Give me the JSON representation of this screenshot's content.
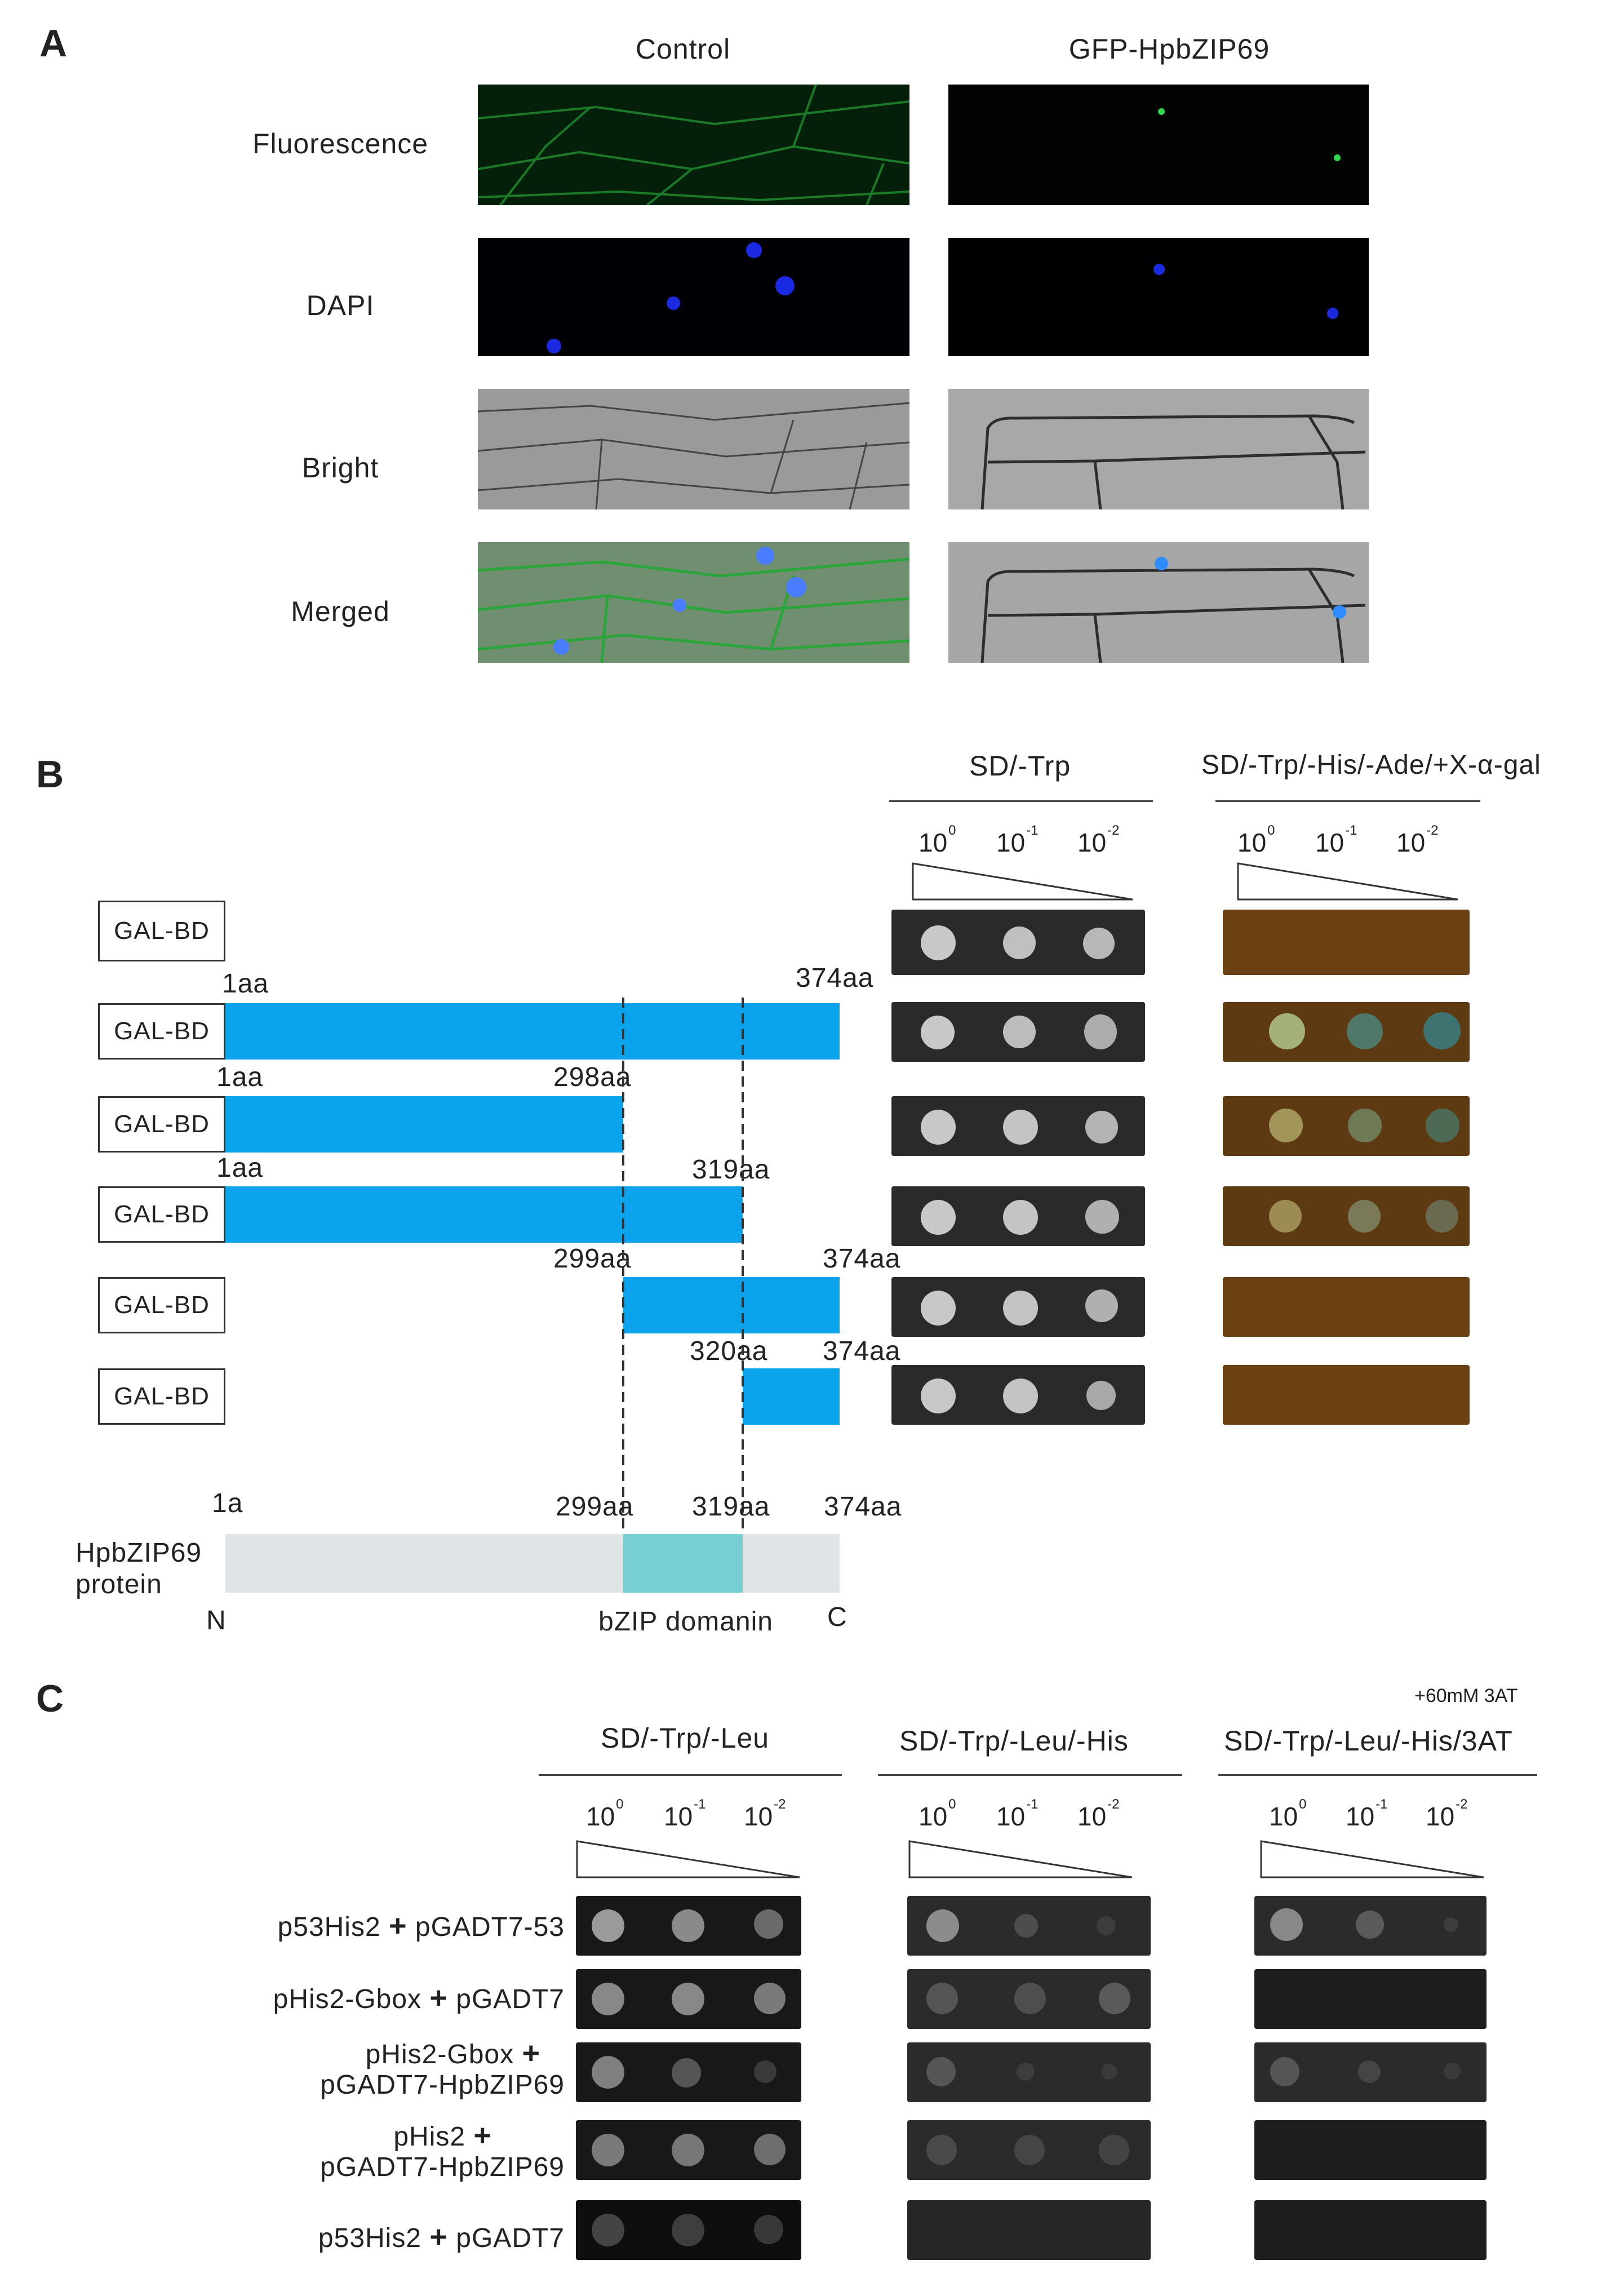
{
  "panel_a": {
    "letter": "A",
    "col_headers": [
      "Control",
      "GFP-HpbZIP69"
    ],
    "row_labels": [
      "Fluorescence",
      "DAPI",
      "Bright",
      "Merged"
    ]
  },
  "panel_b": {
    "letter": "B",
    "condition_1": "SD/-Trp",
    "condition_2": "SD/-Trp/-His/-Ade/+X-α-gal",
    "dilutions": [
      "10",
      "10",
      "10"
    ],
    "dilution_exponents": [
      "0",
      "-1",
      "-2"
    ],
    "construct_label": "GAL-BD",
    "constructs": [
      {
        "start": "",
        "end": ""
      },
      {
        "start": "1aa",
        "end": "374aa"
      },
      {
        "start": "1aa",
        "end": "298aa"
      },
      {
        "start": "1aa",
        "end": "319aa"
      },
      {
        "start": "299aa",
        "end": "374aa"
      },
      {
        "start": "320aa",
        "end": "374aa"
      }
    ],
    "protein": {
      "name_line1": "HpbZIP69",
      "name_line2": "protein",
      "pos_start": "1a",
      "pos_domain_start": "299aa",
      "pos_domain_end": "319aa",
      "pos_end": "374aa",
      "n_term": "N",
      "c_term": "C",
      "domain_label": "bZIP domanin"
    }
  },
  "panel_c": {
    "letter": "C",
    "note": "+60mM 3AT",
    "conditions": [
      "SD/-Trp/-Leu",
      "SD/-Trp/-Leu/-His",
      "SD/-Trp/-Leu/-His/3AT"
    ],
    "dilutions": [
      "10",
      "10",
      "10"
    ],
    "dilution_exponents": [
      "0",
      "-1",
      "-2"
    ],
    "plus": "+",
    "rows": [
      {
        "a": "p53His2",
        "b": "pGADT7-53"
      },
      {
        "a": "pHis2-Gbox",
        "b": "pGADT7"
      },
      {
        "a": "pHis2-Gbox",
        "b": "pGADT7-HpbZIP69"
      },
      {
        "a": "pHis2",
        "b": "pGADT7-HpbZIP69"
      },
      {
        "a": "p53His2",
        "b": "pGADT7"
      }
    ]
  }
}
